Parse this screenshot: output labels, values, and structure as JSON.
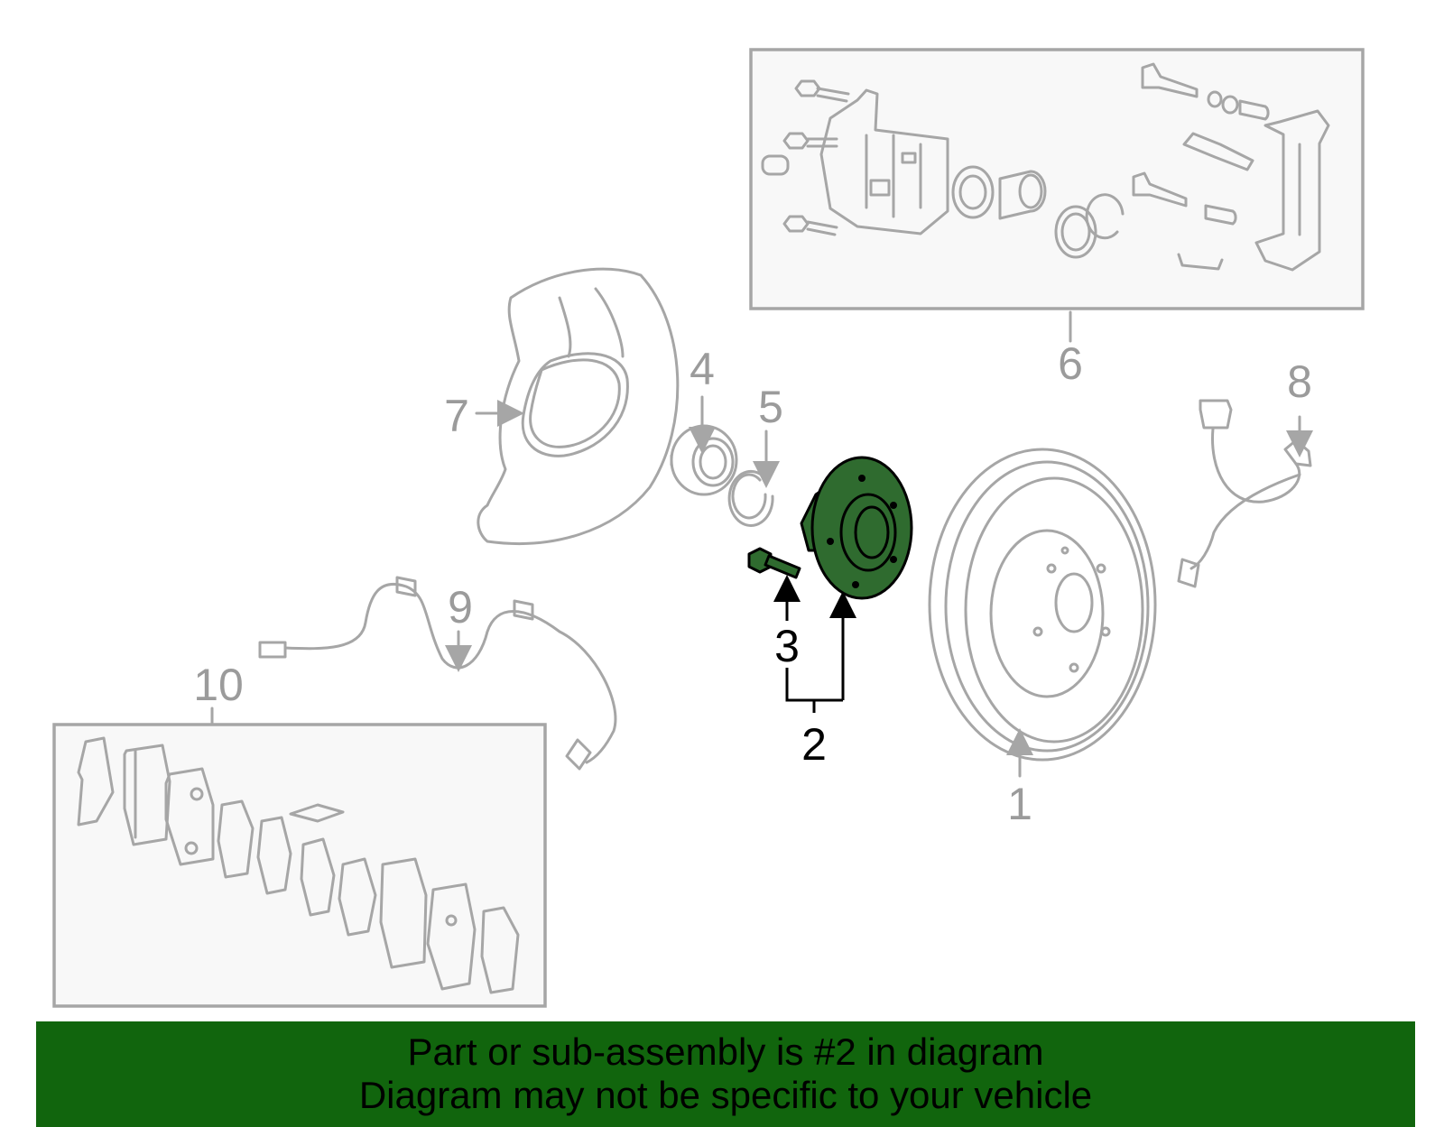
{
  "callouts": {
    "c1": "1",
    "c2": "2",
    "c3": "3",
    "c4": "4",
    "c5": "5",
    "c6": "6",
    "c7": "7",
    "c8": "8",
    "c9": "9",
    "c10": "10"
  },
  "highlighted_part": "2",
  "colors": {
    "highlight": "#2f6b2f",
    "banner": "#11650d",
    "line_gray": "#a6a6a6"
  },
  "banner": {
    "line1": "Part or sub-assembly is #2 in diagram",
    "line2": "Diagram may not be specific to your vehicle"
  }
}
